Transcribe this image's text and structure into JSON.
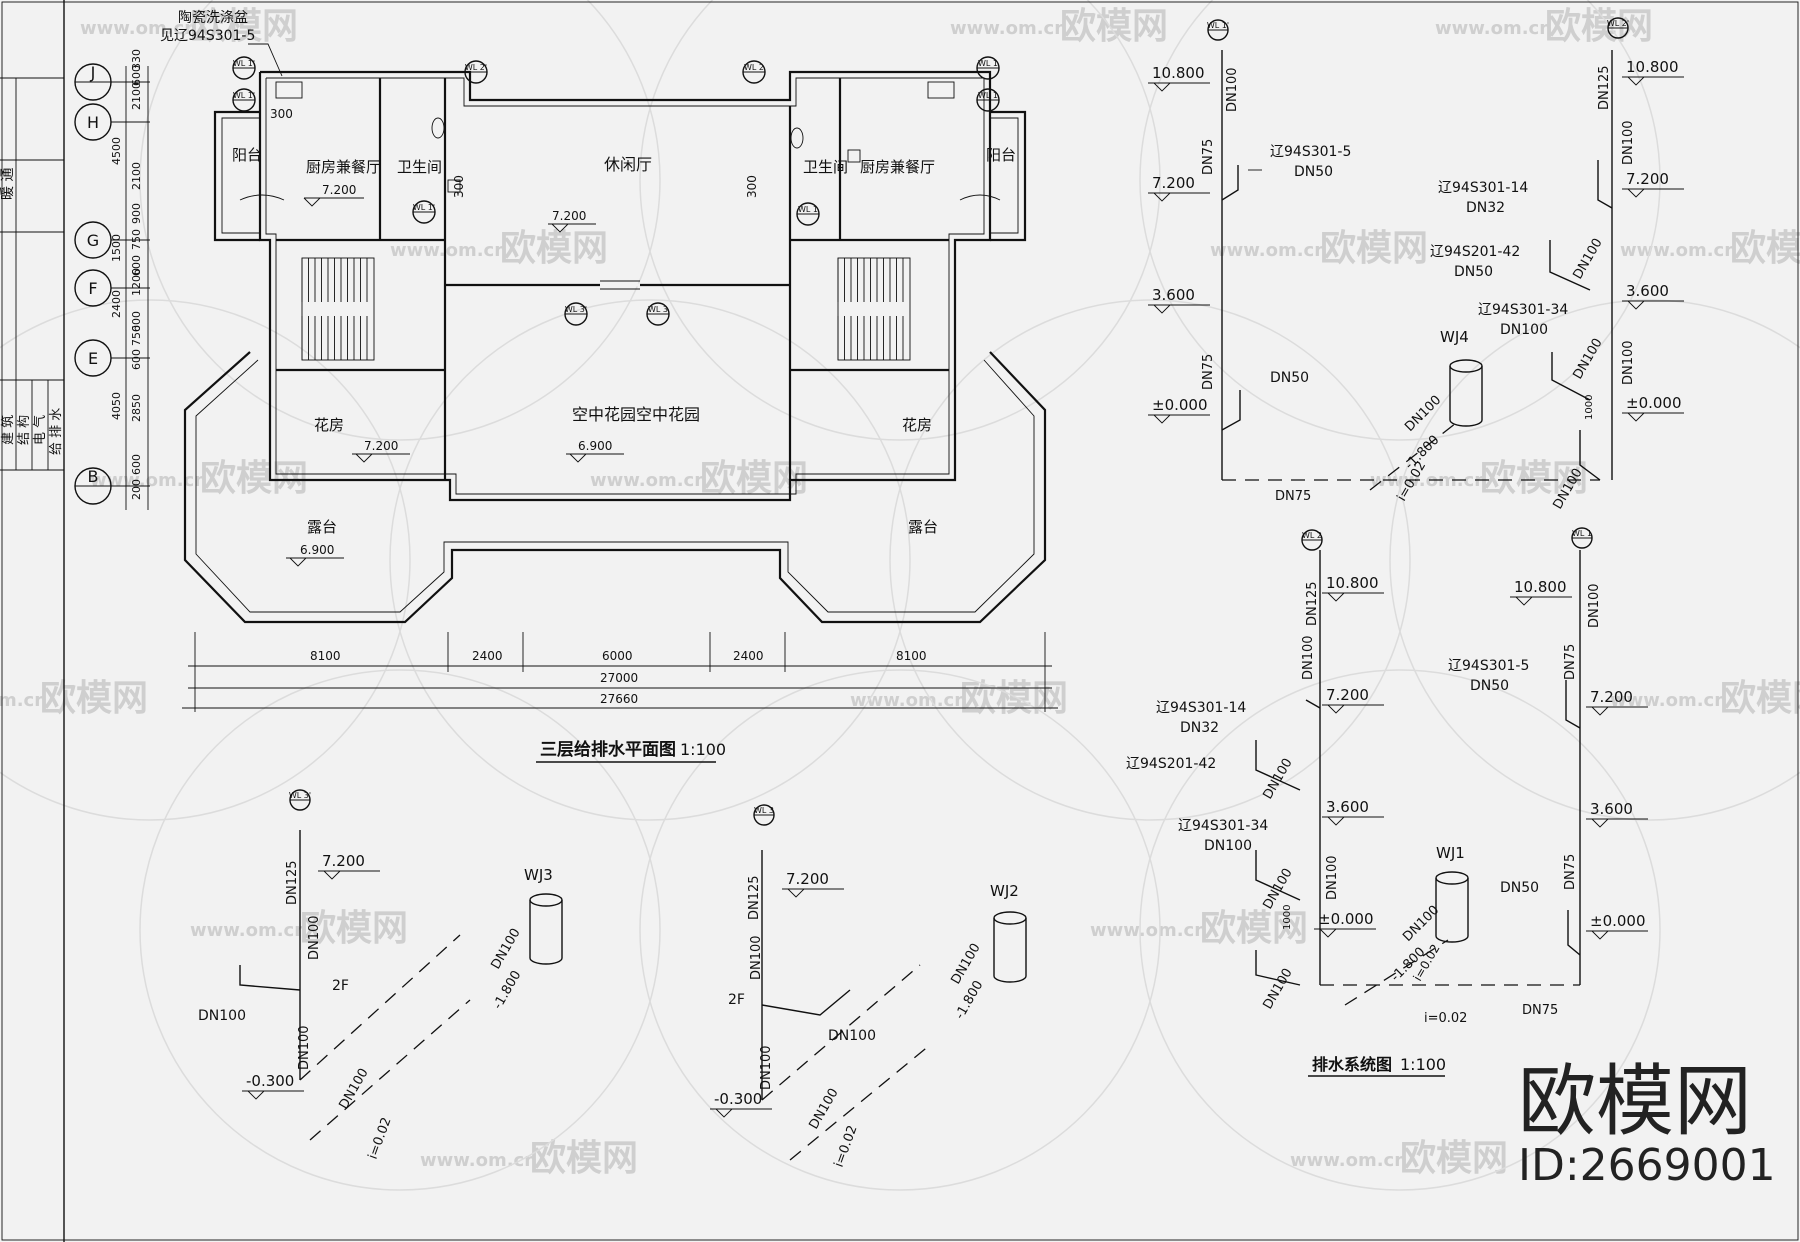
{
  "watermark": {
    "text": "欧模网",
    "url": "www.om.cn",
    "brand": "欧模网",
    "id_label": "ID:2669001"
  },
  "side_block": {
    "top_label": "暖 通",
    "bottom_labels": [
      "建 筑",
      "结 构",
      "电 气",
      "给 排 水"
    ]
  },
  "axes": {
    "rows": [
      "J",
      "H",
      "G",
      "F",
      "E",
      "B"
    ],
    "dims_outer": [
      "330",
      "600",
      "2100",
      "4500",
      "2100",
      "900",
      "750",
      "1500",
      "600",
      "1200",
      "2400",
      "600",
      "750",
      "600",
      "2850",
      "4050",
      "600",
      "200"
    ]
  },
  "plan": {
    "title": "三层给排水平面图",
    "scale": "1:100",
    "note_fixture": "陶瓷洗涤盆",
    "note_ref": "见辽94S301-5",
    "rooms": {
      "balcony_l": "阳台",
      "kitchen_l": "厨房兼餐厅",
      "bath_l": "卫生间",
      "lounge": "休闲厅",
      "bath_r": "卫生间",
      "kitchen_r": "厨房兼餐厅",
      "balcony_r": "阳台",
      "garden": "空中花园空中花园",
      "flower_l": "花房",
      "flower_r": "花房",
      "terrace_l": "露台",
      "terrace_r": "露台"
    },
    "levels": {
      "kitchen_l": "7.200",
      "lounge": "7.200",
      "flower_l": "7.200",
      "garden": "6.900",
      "terrace_l": "6.900"
    },
    "dim300": "300",
    "bottom_dims": [
      "8100",
      "2400",
      "6000",
      "2400",
      "8100"
    ],
    "total_1": "27000",
    "total_2": "27660",
    "wl_tags": {
      "t1": "WL 1'",
      "t2": "WL 1'",
      "t3": "WL 2'",
      "t4": "WL 2",
      "t5": "WL 1",
      "t6": "WL 1",
      "t7": "WL 3'",
      "t8": "WL 3",
      "t9": "WL 1'",
      "t10": "WL 1"
    }
  },
  "sys": {
    "title": "排水系统图",
    "scale": "1:100",
    "a": {
      "tag": "WL 1'",
      "lv1": "10.800",
      "lv2": "7.200",
      "lv3": "3.600",
      "lv4": "±0.000",
      "p1": "DN100",
      "p2": "DN75",
      "p3": "DN75",
      "p4": "DN75",
      "ref1": "辽94S301-5",
      "ref1b": "DN50",
      "ref2": "DN50"
    },
    "b": {
      "tag": "WL 2'",
      "lv1": "10.800",
      "lv2": "7.200",
      "lv3": "3.600",
      "lv4": "±0.000",
      "p1": "DN125",
      "p2": "DN100",
      "p3": "DN100",
      "p4": "DN100",
      "p5": "DN100",
      "p6": "DN100",
      "r1": "辽94S301-14",
      "r1b": "DN32",
      "r2": "辽94S201-42",
      "r2b": "DN50",
      "r3": "辽94S301-34",
      "r3b": "DN100",
      "d1000": "1000"
    },
    "wj4": {
      "label": "WJ4",
      "pipe": "DN100",
      "level": "-1.800",
      "slope": "i=0.02"
    },
    "c": {
      "tag": "WL 2",
      "lv1": "10.800",
      "lv2": "7.200",
      "lv3": "3.600",
      "lv4": "±0.000",
      "p1": "DN125",
      "p2": "DN100",
      "p3": "DN100",
      "p4": "DN100",
      "p5": "DN100",
      "p6": "DN100",
      "r1": "辽94S301-14",
      "r1b": "DN32",
      "r2": "辽94S201-42",
      "r3": "辽94S301-34",
      "r3b": "DN100",
      "d1000": "1000"
    },
    "wj1": {
      "label": "WJ1",
      "pipe": "DN100",
      "level": "-1.800",
      "slope": "i=0.02",
      "slope2": "i=0.02",
      "pipe2": "DN75"
    },
    "d": {
      "tag": "WL 1",
      "lv1": "10.800",
      "lv2": "7.200",
      "lv3": "3.600",
      "lv4": "±0.000",
      "p1": "DN100",
      "p2": "DN75",
      "p3": "DN75",
      "r1": "辽94S301-5",
      "r1b": "DN50",
      "r2": "DN50"
    },
    "e": {
      "tag": "WL 3'",
      "lv1": "7.200",
      "lv2": "-0.300",
      "floor": "2F",
      "p1": "DN125",
      "p2": "DN100",
      "p3": "DN100",
      "p4": "DN100",
      "p5": "DN100"
    },
    "wj3": {
      "label": "WJ3",
      "pipe": "DN100",
      "level": "-1.800",
      "slope": "i=0.02"
    },
    "f": {
      "tag": "WL 3",
      "lv1": "7.200",
      "lv2": "-0.300",
      "floor": "2F",
      "p1": "DN125",
      "p2": "DN100",
      "p3": "DN100",
      "p4": "DN100",
      "p5": "DN100"
    },
    "wj2": {
      "label": "WJ2",
      "pipe": "DN100",
      "level": "-1.800",
      "slope": "i=0.02"
    }
  }
}
